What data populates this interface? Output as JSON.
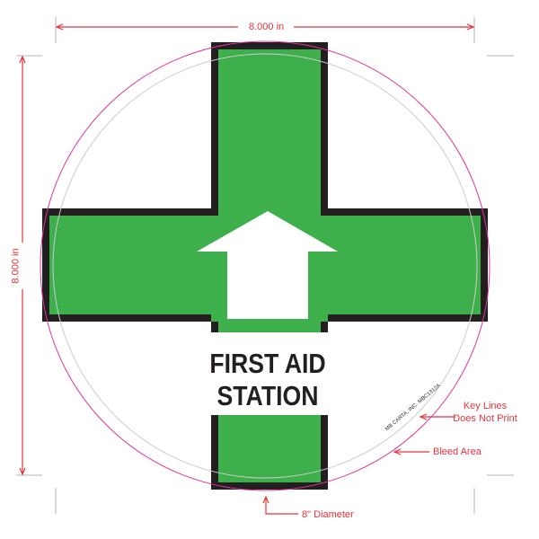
{
  "sign": {
    "title_line1": "FIRST AID",
    "title_line2": "STATION",
    "arrow_icon": "arrow-up-icon",
    "cross_color": "#3daf4b",
    "border_color": "#231f20",
    "text_color": "#231f20",
    "manufacturer_text": "MB CARTA, INC. MBC1312A"
  },
  "dimensions": {
    "width_label": "8.000 in",
    "height_label": "8.000 in",
    "diameter_label": "8\" Diameter",
    "dimension_color": "#e8333b"
  },
  "callouts": {
    "key_lines_line1": "Key Lines",
    "key_lines_line2": "Does Not Print",
    "bleed_area": "Bleed Area"
  },
  "guides": {
    "bleed_circle_color": "#e0359a",
    "key_line_circle_color": "#cccccc",
    "crop_mark_color": "#b3b3b3"
  }
}
